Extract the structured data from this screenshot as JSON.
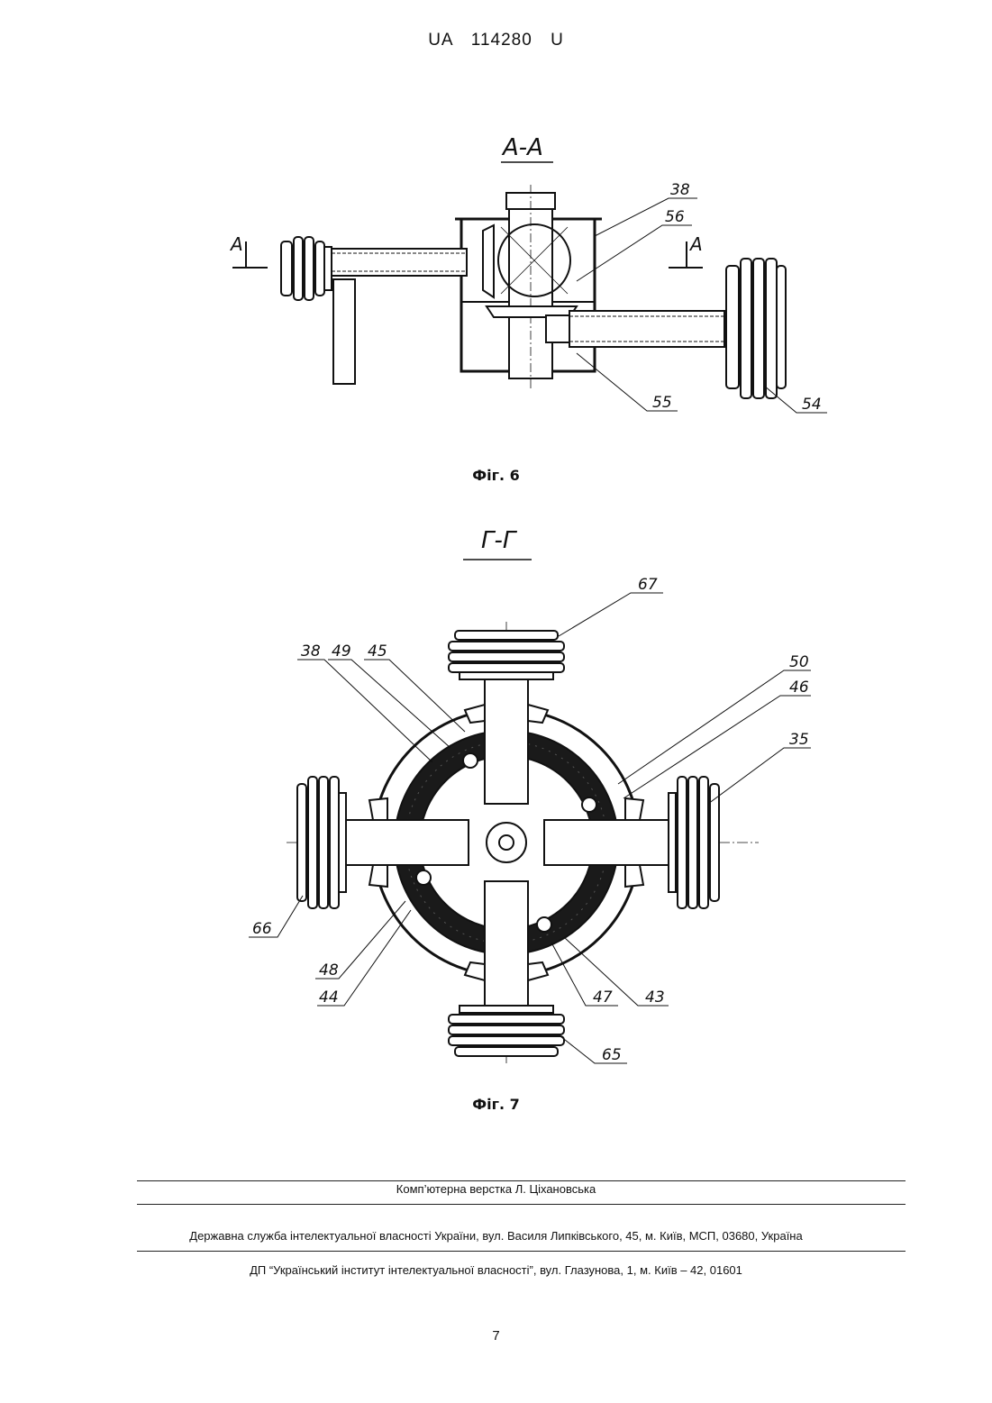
{
  "header": "UA 114280 U",
  "fig6": {
    "section_label": "А-А",
    "cut_left": "А",
    "cut_right": "А",
    "caption": "Фіг. 6",
    "callouts": [
      "38",
      "56",
      "55",
      "54"
    ]
  },
  "fig7": {
    "section_label": "Г-Г",
    "caption": "Фіг. 7",
    "callouts": [
      "67",
      "38",
      "49",
      "45",
      "50",
      "46",
      "35",
      "66",
      "48",
      "44",
      "47",
      "43",
      "65"
    ]
  },
  "footer": {
    "layout_credit": "Комп’ютерна верстка Л. Ціхановська",
    "publisher_address": "Державна служба інтелектуальної власності України, вул. Василя Липківського, 45, м. Київ, МСП, 03680, Україна",
    "institute_address": "ДП “Український інститут інтелектуальної власності”, вул. Глазунова, 1, м. Київ – 42, 01601"
  },
  "page_number": "7"
}
